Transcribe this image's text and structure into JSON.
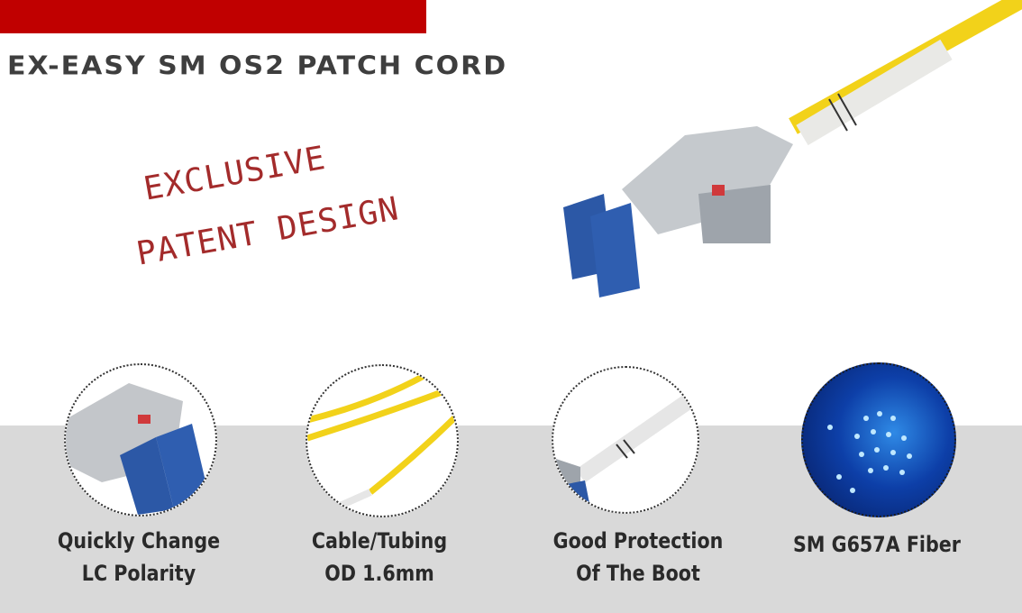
{
  "header": {
    "title": "EX-EASY SM OS2 PATCH CORD",
    "accent_color": "#c00000"
  },
  "stamp": {
    "line1": "EXCLUSIVE",
    "line2": "PATENT DESIGN",
    "color": "#a32b2b"
  },
  "hero_image": {
    "icon": "lc-duplex-connector-image"
  },
  "features": [
    {
      "icon": "lc-polarity-connector-image",
      "line1": "Quickly Change",
      "line2": "LC Polarity"
    },
    {
      "icon": "yellow-cable-image",
      "line1": "Cable/Tubing",
      "line2": "OD 1.6mm"
    },
    {
      "icon": "boot-image",
      "line1": "Good Protection",
      "line2": "Of The Boot"
    },
    {
      "icon": "fiber-optic-image",
      "line1": "SM G657A Fiber",
      "line2": ""
    }
  ]
}
